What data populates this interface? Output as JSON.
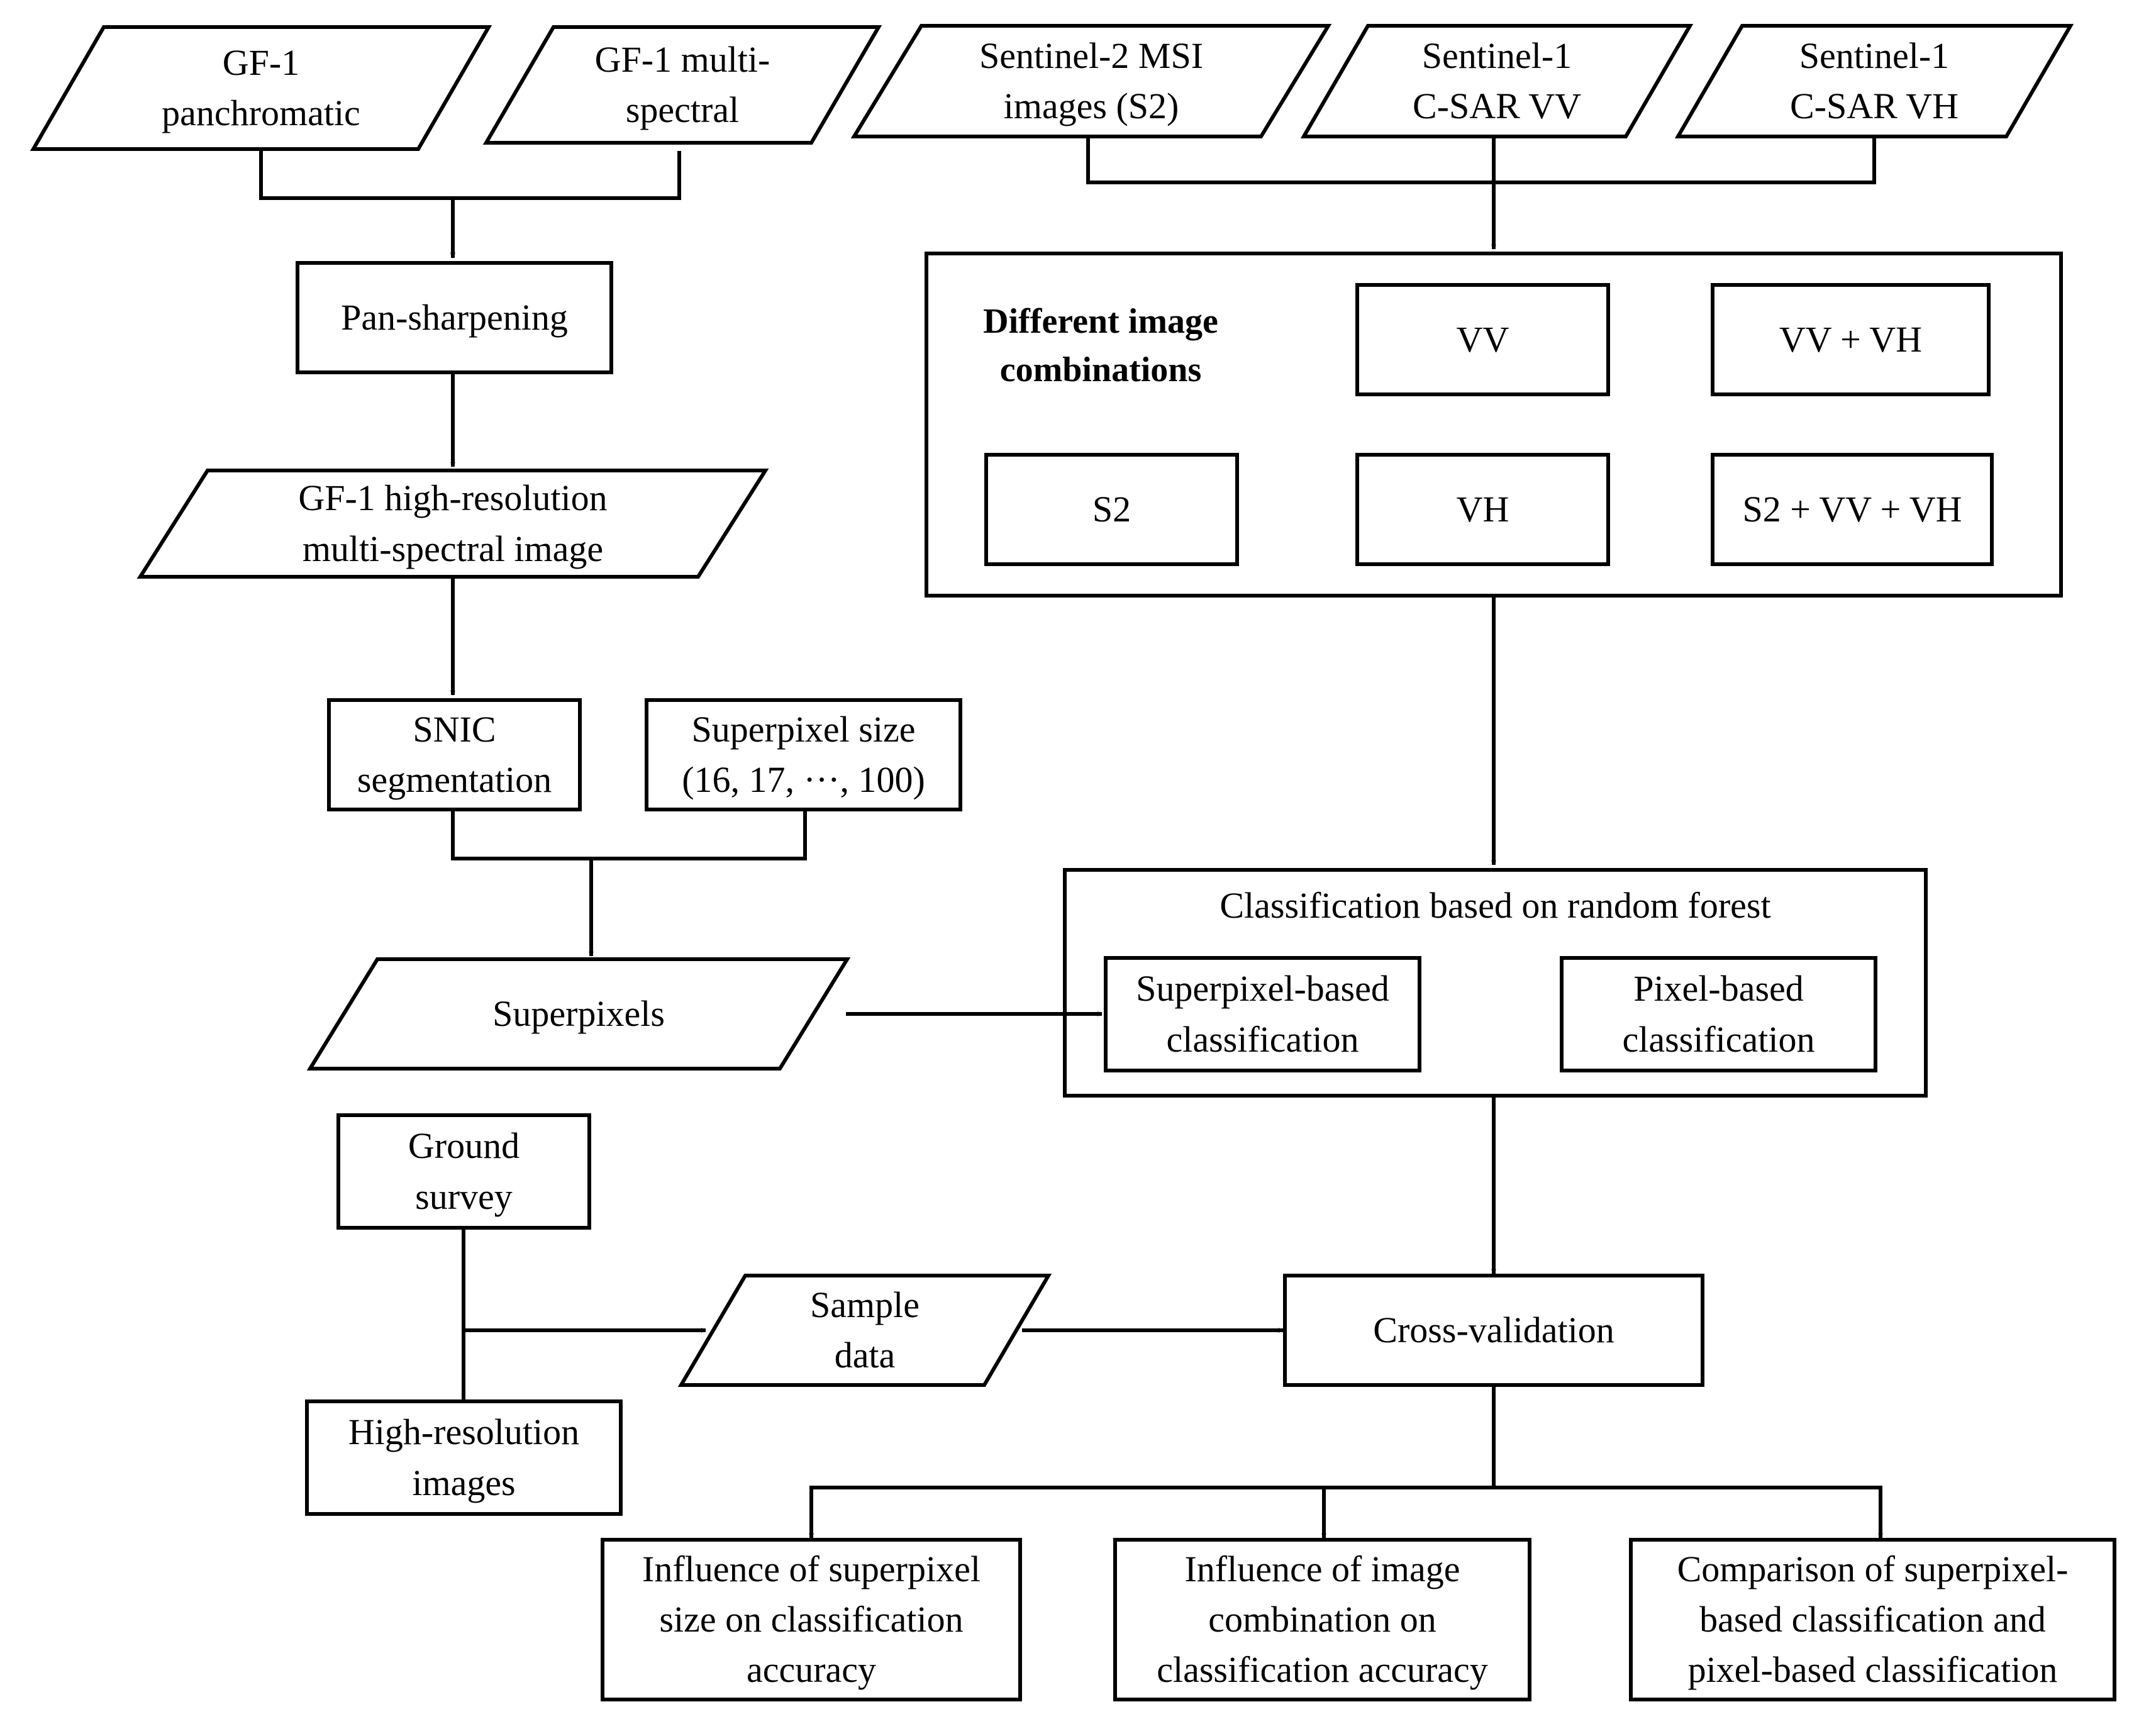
{
  "inputs": {
    "gf1_pan": "GF-1\npanchromatic",
    "gf1_ms": "GF-1 multi-\nspectral",
    "s2": "Sentinel-2 MSI\nimages (S2)",
    "s1_vv": "Sentinel-1\nC-SAR VV",
    "s1_vh": "Sentinel-1\nC-SAR VH"
  },
  "left_flow": {
    "pan_sharpening": "Pan-sharpening",
    "gf1_hr_image": "GF-1 high-resolution\nmulti-spectral image",
    "snic": "SNIC\nsegmentation",
    "superpixel_size": "Superpixel size\n(16, 17, ···, 100)",
    "superpixels": "Superpixels"
  },
  "combinations": {
    "title": "Different image\ncombinations",
    "vv": "VV",
    "vv_vh": "VV + VH",
    "s2": "S2",
    "vh": "VH",
    "s2_vv_vh": "S2 + VV + VH"
  },
  "classification": {
    "title": "Classification based on random forest",
    "superpixel_based": "Superpixel-based\nclassification",
    "pixel_based": "Pixel-based\nclassification"
  },
  "validation": {
    "ground_survey": "Ground\nsurvey",
    "hr_images": "High-resolution\nimages",
    "sample_data": "Sample\ndata",
    "cross_validation": "Cross-validation"
  },
  "outputs": {
    "superpixel_size_influence": "Influence of superpixel\nsize on classification\naccuracy",
    "combination_influence": "Influence of image\ncombination on\nclassification accuracy",
    "comparison": "Comparison of superpixel-\nbased classification and\npixel-based classification"
  }
}
